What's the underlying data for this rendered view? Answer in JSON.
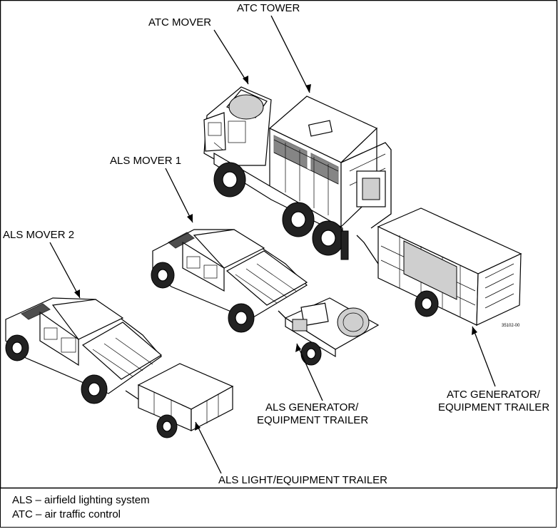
{
  "labels": {
    "atc_tower": "ATC TOWER",
    "atc_mover": "ATC MOVER",
    "als_mover_1": "ALS MOVER 1",
    "als_mover_2": "ALS MOVER 2",
    "als_gen_trailer_line1": "ALS GENERATOR/",
    "als_gen_trailer_line2": "EQUIPMENT TRAILER",
    "atc_gen_trailer_line1": "ATC GENERATOR/",
    "atc_gen_trailer_line2": "EQUIPMENT TRAILER",
    "als_light_trailer": "ALS LIGHT/EQUIPMENT TRAILER",
    "figure_number": "35102-00"
  },
  "legend": [
    "ALS – airfield lighting system",
    "ATC – air traffic control"
  ]
}
